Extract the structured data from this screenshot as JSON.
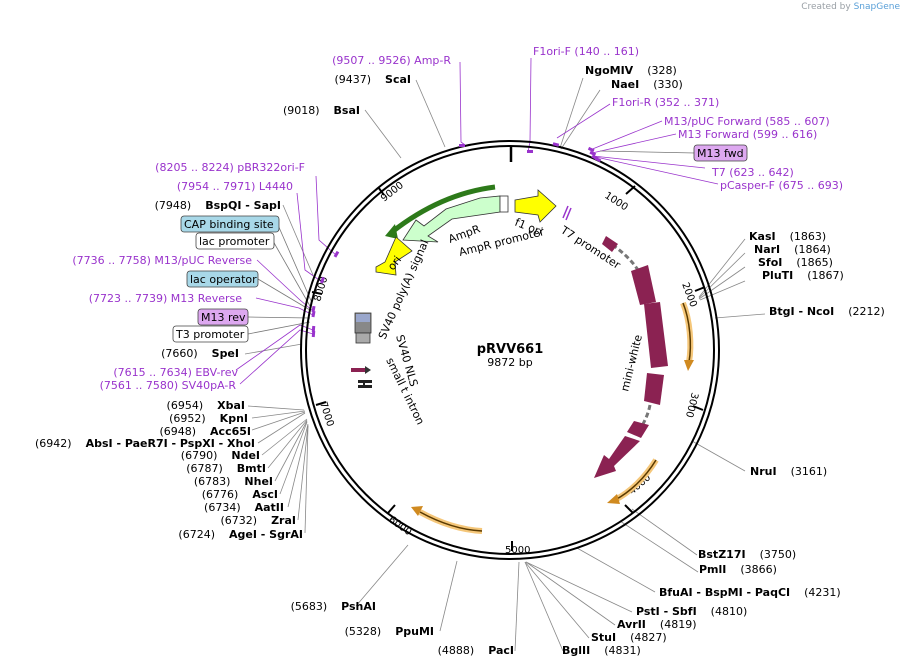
{
  "credit": {
    "prefix": "Created by",
    "brand": "SnapGene"
  },
  "plasmid": {
    "name": "pRVV661",
    "size": "9872 bp"
  },
  "ticks": [
    "1000",
    "2000",
    "3000",
    "4000",
    "5000",
    "6000",
    "7000",
    "8000",
    "9000"
  ],
  "enzymes_right": [
    {
      "name": "NgoMIV",
      "pos": "(328)"
    },
    {
      "name": "NaeI",
      "pos": "(330)"
    },
    {
      "name": "KasI",
      "pos": "(1863)"
    },
    {
      "name": "NarI",
      "pos": "(1864)"
    },
    {
      "name": "SfoI",
      "pos": "(1865)"
    },
    {
      "name": "PluTI",
      "pos": "(1867)"
    },
    {
      "name": "BtgI  -  NcoI",
      "pos": "(2212)"
    },
    {
      "name": "NruI",
      "pos": "(3161)"
    },
    {
      "name": "BstZ17I",
      "pos": "(3750)"
    },
    {
      "name": "PmlI",
      "pos": "(3866)"
    },
    {
      "name": "BfuAI  -  BspMI  -  PaqCI",
      "pos": "(4231)"
    },
    {
      "name": "PstI  -  SbfI",
      "pos": "(4810)"
    },
    {
      "name": "AvrII",
      "pos": "(4819)"
    },
    {
      "name": "StuI",
      "pos": "(4827)"
    },
    {
      "name": "BglII",
      "pos": "(4831)"
    }
  ],
  "enzymes_left": [
    {
      "pos": "(9437)",
      "name": "ScaI"
    },
    {
      "pos": "(9018)",
      "name": "BsaI"
    },
    {
      "pos": "(7948)",
      "name": "BspQI  -  SapI"
    },
    {
      "pos": "(7660)",
      "name": "SpeI"
    },
    {
      "pos": "(6954)",
      "name": "XbaI"
    },
    {
      "pos": "(6952)",
      "name": "KpnI"
    },
    {
      "pos": "(6948)",
      "name": "Acc65I"
    },
    {
      "pos": "(6942)",
      "name": "AbsI   -  PaeR7I  -  PspXI  -  XhoI"
    },
    {
      "pos": "(6790)",
      "name": "NdeI"
    },
    {
      "pos": "(6787)",
      "name": "BmtI"
    },
    {
      "pos": "(6783)",
      "name": "NheI"
    },
    {
      "pos": "(6776)",
      "name": "AscI"
    },
    {
      "pos": "(6734)",
      "name": "AatII"
    },
    {
      "pos": "(6732)",
      "name": "ZraI"
    },
    {
      "pos": "(6724)",
      "name": "AgeI  -  SgrAI"
    },
    {
      "pos": "(5683)",
      "name": "PshAI"
    },
    {
      "pos": "(5328)",
      "name": "PpuMI"
    },
    {
      "pos": "(4888)",
      "name": "PacI"
    }
  ],
  "primers": [
    {
      "text": "(9507 .. 9526)  Amp-R"
    },
    {
      "text": "F1ori-F    (140 .. 161)"
    },
    {
      "text": "F1ori-R    (352 .. 371)"
    },
    {
      "text": "M13/pUC Forward    (585 .. 607)"
    },
    {
      "text": "M13 Forward    (599 .. 616)"
    },
    {
      "text": "T7    (623 .. 642)"
    },
    {
      "text": "pCasper-F    (675 .. 693)"
    },
    {
      "text": "(8205 .. 8224)  pBR322ori-F"
    },
    {
      "text": "(7954 .. 7971)  L4440"
    },
    {
      "text": "(7736 .. 7758)  M13/pUC Reverse"
    },
    {
      "text": "(7723 .. 7739)  M13 Reverse"
    },
    {
      "text": "(7615 .. 7634)  EBV-rev"
    },
    {
      "text": "(7561 .. 7580)  SV40pA-R"
    }
  ],
  "boxes": {
    "m13fwd": "M13 fwd",
    "cap": "CAP binding site",
    "lacp": "lac promoter",
    "laco": "lac operator",
    "m13rev": "M13 rev",
    "t3": "T3 promoter"
  },
  "features": {
    "f1ori": "f1 ori",
    "ampr": "AmpR",
    "amprp": "AmpR promoter",
    "t7p": "T7 promoter",
    "ori": "ori",
    "sv40pa": "SV40 poly(A) signal",
    "sv40nls": "SV40 NLS",
    "smallt": "small t intron",
    "miniwhite": "mini-white"
  },
  "colors": {
    "primer": "#9933cc",
    "mini_white": "#8b2252",
    "ori": "#ffff00",
    "ampr": "#ccffcc",
    "orange_arrow": "#f0a030",
    "box_blue": "#a8d8e8",
    "box_purple": "#dda8f0"
  }
}
